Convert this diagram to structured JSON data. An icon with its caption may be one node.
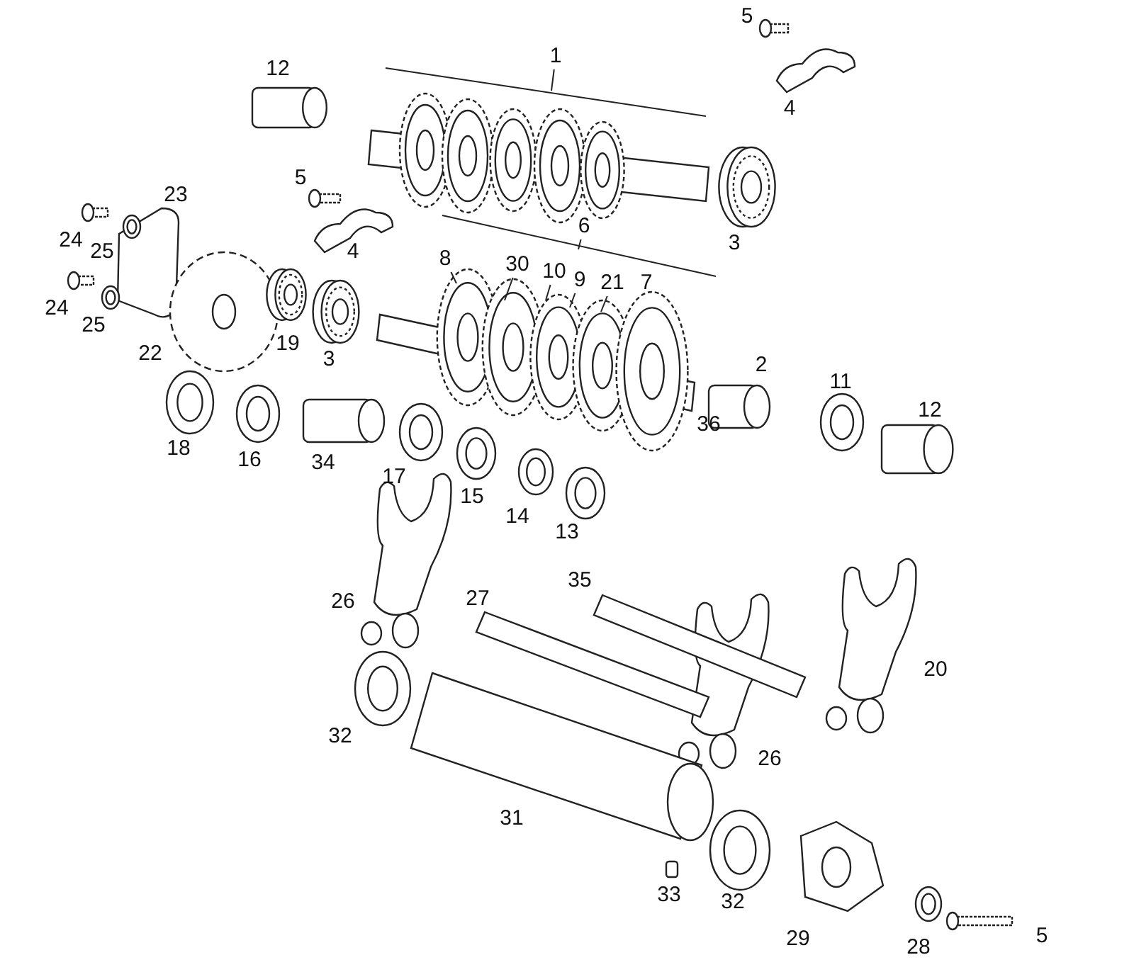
{
  "diagram": {
    "nodes": [
      {
        "text": [
          "1"
        ]
      },
      {
        "text": [
          "6"
        ]
      },
      {
        "text": [
          "8"
        ]
      },
      {
        "text": [
          "30"
        ]
      },
      {
        "text": [
          "10"
        ]
      },
      {
        "text": [
          "9"
        ]
      },
      {
        "text": [
          "21"
        ]
      }
    ],
    "edges": [
      {
        "from": 0,
        "to": null,
        "arrow": "none"
      },
      {
        "from": 1,
        "to": null,
        "arrow": "none"
      },
      {
        "from": 2,
        "to": null,
        "arrow": "none"
      },
      {
        "from": 3,
        "to": null,
        "arrow": "none"
      },
      {
        "from": 4,
        "to": null,
        "arrow": "none"
      },
      {
        "from": 5,
        "to": null,
        "arrow": "none"
      },
      {
        "from": 6,
        "to": null,
        "arrow": "none"
      }
    ],
    "labels": [
      "5",
      "12",
      "4",
      "23",
      "5",
      "24",
      "25",
      "4",
      "3",
      "24",
      "25",
      "22",
      "19",
      "3",
      "7",
      "2",
      "36",
      "11",
      "12",
      "18",
      "16",
      "34",
      "17",
      "15",
      "14",
      "13",
      "35",
      "27",
      "26",
      "20",
      "32",
      "26",
      "31",
      "33",
      "32",
      "29",
      "28",
      "5"
    ]
  }
}
